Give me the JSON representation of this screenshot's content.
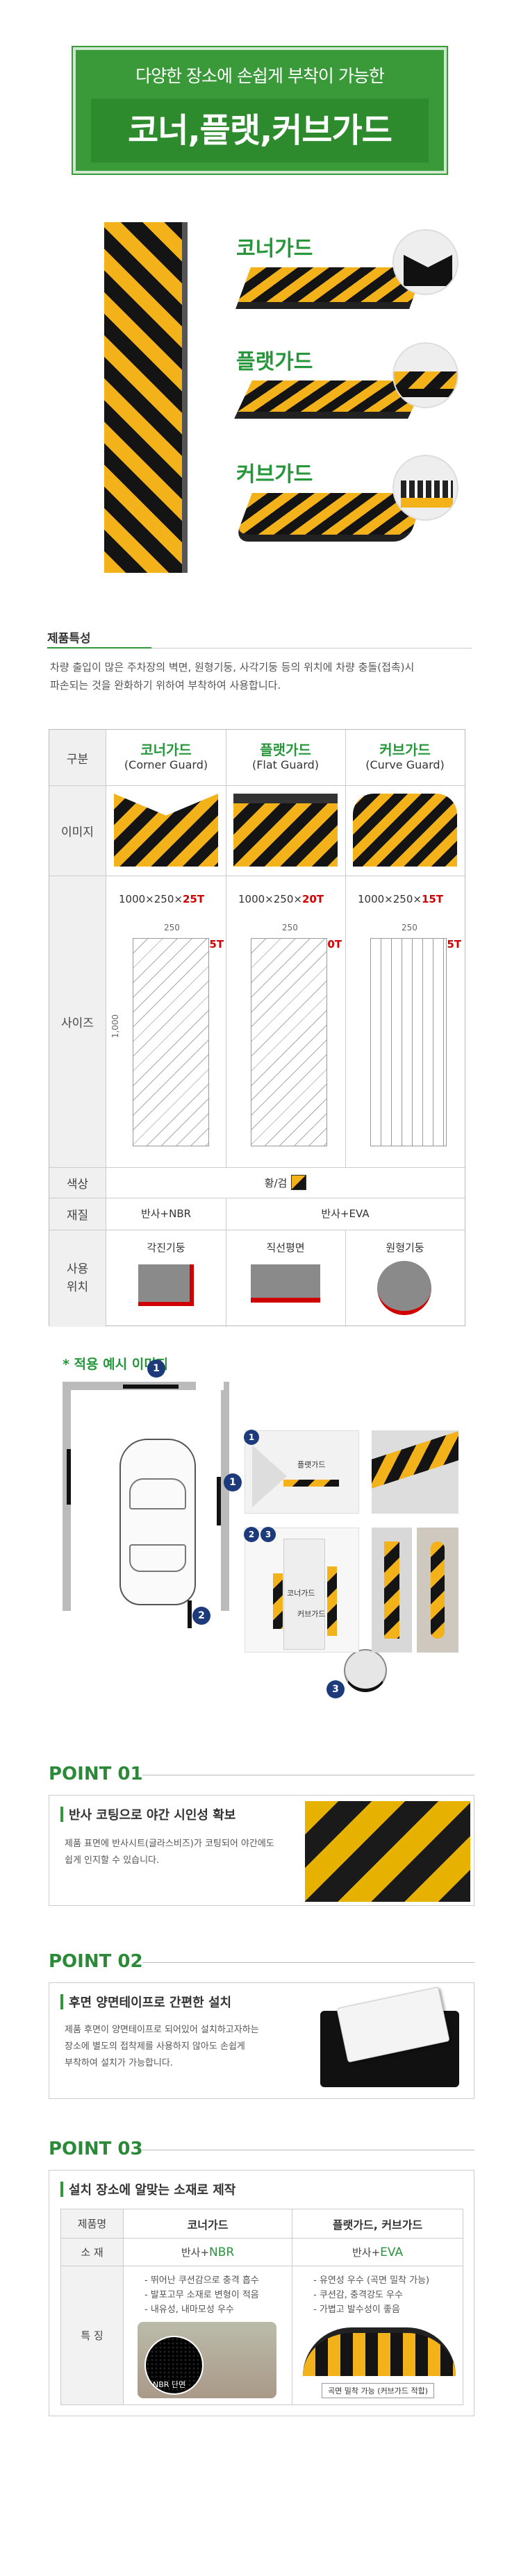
{
  "header": {
    "subtitle": "다양한 장소에 손쉽게 부착이 가능한",
    "title": "코너,플랫,커브가드"
  },
  "hero": {
    "items": [
      {
        "label": "코너가드"
      },
      {
        "label": "플랫가드"
      },
      {
        "label": "커브가드"
      }
    ]
  },
  "features": {
    "title": "제품특성",
    "desc_line1": "차량 출입이 많은 주차장의 벽면, 원형기둥, 사각기둥 등의 위치에 차량 충돌(접촉)시",
    "desc_line2": "파손되는 것을 완화하기 위하여 부착하여 사용합니다."
  },
  "spec": {
    "row_labels": {
      "kind": "구분",
      "image": "이미지",
      "size": "사이즈",
      "color": "색상",
      "material": "재질",
      "location": "사용 위치"
    },
    "columns": [
      {
        "name": "코너가드",
        "en": "(Corner Guard)",
        "size": "1000×250×",
        "thick": "25T",
        "location": "각진기둥"
      },
      {
        "name": "플랫가드",
        "en": "(Flat Guard)",
        "size": "1000×250×",
        "thick": "20T",
        "location": "직선평면"
      },
      {
        "name": "커브가드",
        "en": "(Curve Guard)",
        "size": "1000×250×",
        "thick": "15T",
        "location": "원형기둥"
      }
    ],
    "dim_width": "250",
    "dim_height": "1,000",
    "color_value": "황/검",
    "material_1": "반사+NBR",
    "material_2": "반사+EVA"
  },
  "example": {
    "title": "* 적용 예시 이미지",
    "n1": "1",
    "n2": "2",
    "n3": "3",
    "photo1_label": "플랫가드",
    "photo2_label1": "코너가드",
    "photo2_label2": "커브가드"
  },
  "point1": {
    "label": "POINT 01",
    "heading": "반사 코팅으로 야간 시인성 확보",
    "desc_line1": "제품 표면에 반사시트(글라스비즈)가 코팅되어 야간에도",
    "desc_line2": "쉽게 인지할 수 있습니다."
  },
  "point2": {
    "label": "POINT 02",
    "heading": "후면 양면테이프로 간편한 설치",
    "desc_line1": "제품 후면이 양면테이프로 되어있어 설치하고자하는",
    "desc_line2": "장소에 별도의 접착제를 사용하지 않아도 손쉽게",
    "desc_line3": "부착하여 설치가 가능합니다."
  },
  "point3": {
    "label": "POINT 03",
    "heading": "설치 장소에 알맞는 소재로 제작",
    "th_product": "제품명",
    "th_col1": "코너가드",
    "th_col2": "플랫가드, 커브가드",
    "row_material": "소 재",
    "mat1_a": "반사+",
    "mat1_b": "NBR",
    "mat2_a": "반사+",
    "mat2_b": "EVA",
    "row_feature": "특 징",
    "f1": [
      "- 뛰어난 쿠션감으로 충격 흡수",
      "- 발포고무 소재로 변형이 적음",
      "- 내유성, 내마모성 우수"
    ],
    "f2": [
      "- 유연성 우수 (곡면 밀착 가능)",
      "- 쿠션감, 충격강도 우수",
      "- 가볍고 발수성이 좋음"
    ],
    "nbr_caption": "NBR 단면",
    "curve_caption": "곡면 밀착 가능 (커브가드 적합)"
  },
  "colors": {
    "accent": "#2f9a3c",
    "stripe_yellow": "#f3b21a",
    "stripe_black": "#141414"
  }
}
